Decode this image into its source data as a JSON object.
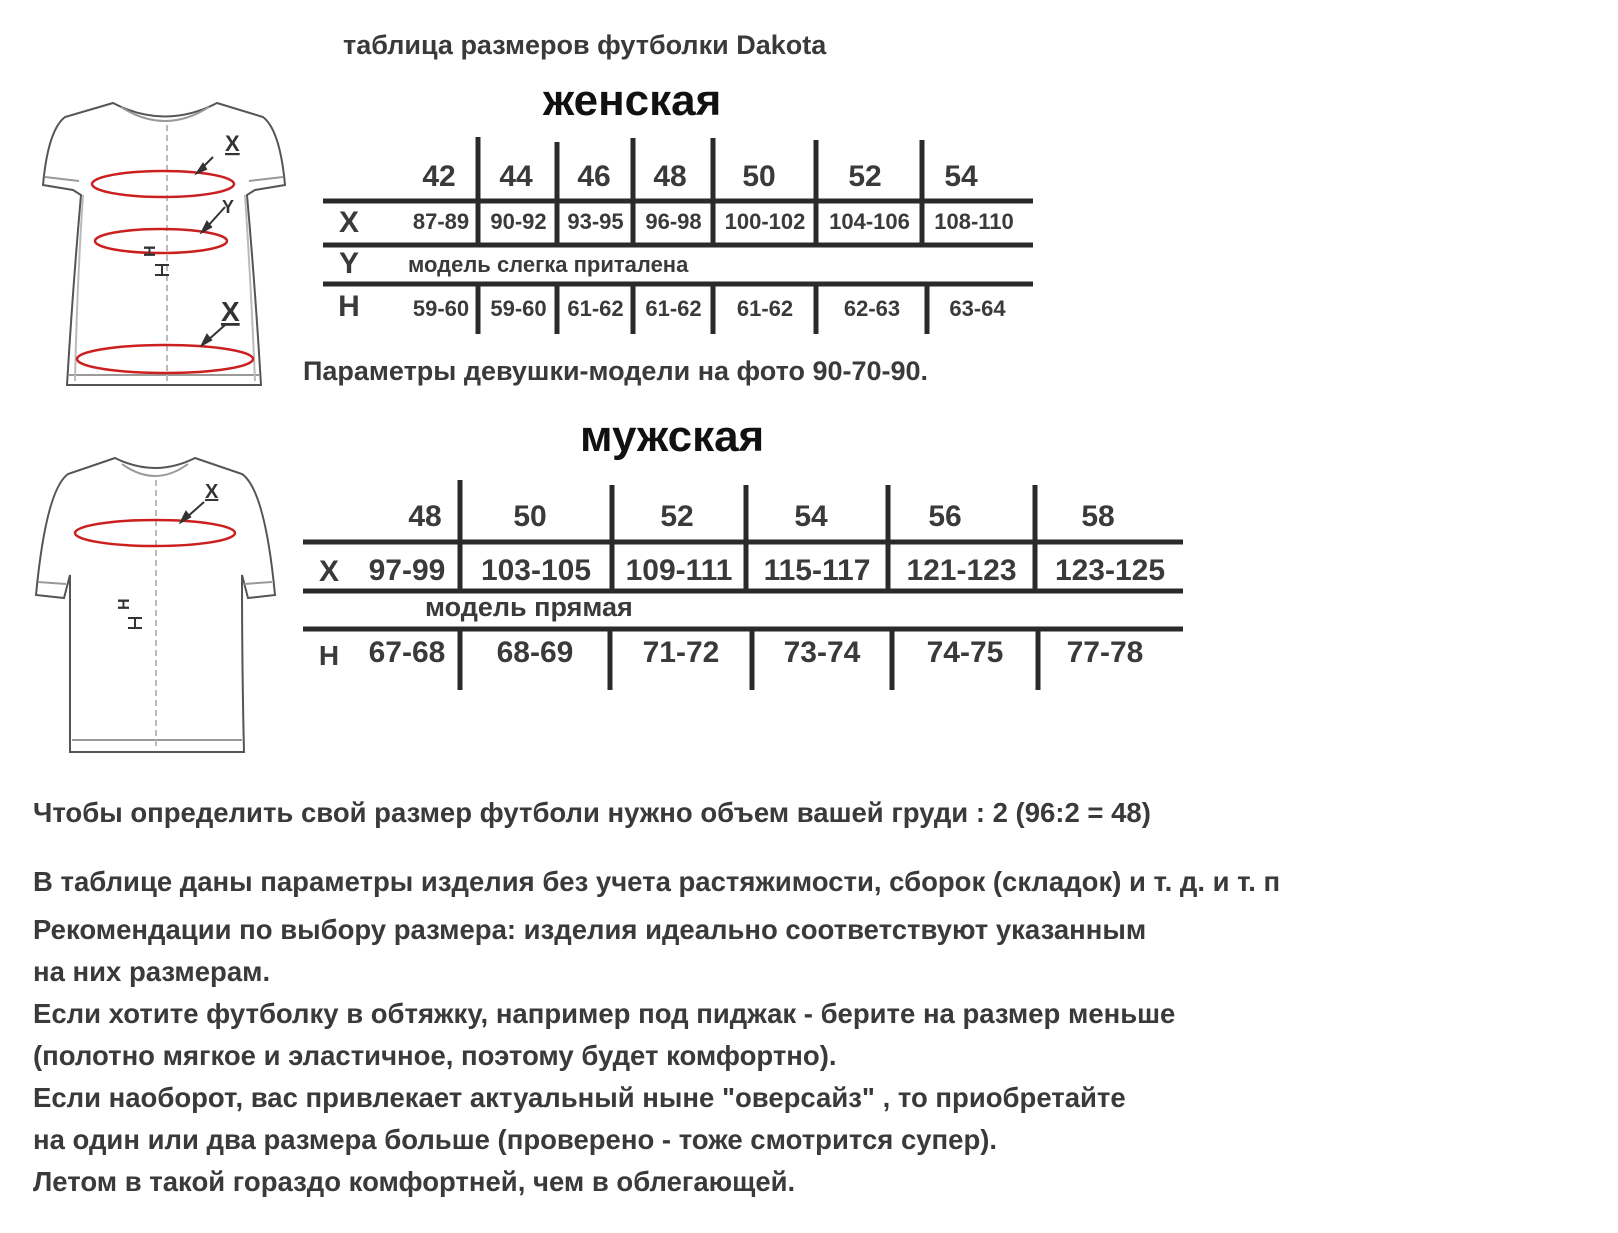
{
  "title": "таблица размеров футболки Dakota",
  "women": {
    "title": "женская",
    "row_labels": {
      "x": "X",
      "y": "Y",
      "h": "H"
    },
    "sizes": [
      "42",
      "44",
      "46",
      "48",
      "50",
      "52",
      "54"
    ],
    "x_values": [
      "87-89",
      "90-92",
      "93-95",
      "96-98",
      "100-102",
      "104-106",
      "108-110"
    ],
    "y_note": "модель слегка приталена",
    "h_values": [
      "59-60",
      "59-60",
      "61-62",
      "61-62",
      "61-62",
      "62-63",
      "63-64"
    ],
    "model_params": "Параметры девушки-модели на фото  90-70-90.",
    "figure_labels": {
      "x_top": "X",
      "y": "Y",
      "x_bottom": "X",
      "h": "H"
    }
  },
  "men": {
    "title": "мужская",
    "row_labels": {
      "x": "X",
      "h": "H"
    },
    "sizes": [
      "48",
      "50",
      "52",
      "54",
      "56",
      "58"
    ],
    "x_values": [
      "97-99",
      "103-105",
      "109-111",
      "115-117",
      "121-123",
      "123-125"
    ],
    "fit_note": "модель прямая",
    "h_values": [
      "67-68",
      "68-69",
      "71-72",
      "73-74",
      "74-75",
      "77-78"
    ],
    "figure_labels": {
      "x": "X",
      "h": "H"
    }
  },
  "notes": [
    "Чтобы определить свой размер футболи нужно объем вашей груди : 2 (96:2 = 48)",
    "В таблице даны параметры изделия без учета растяжимости, сборок (складок) и т. д. и т. п",
    "Рекомендации по выбору размера: изделия идеально соответствуют указанным",
    "на них размерам.",
    "Если хотите футболку в обтяжку, например под пиджак - берите на размер меньше",
    "(полотно мягкое и эластичное, поэтому будет комфортно).",
    "Если наоборот, вас привлекает актуальный  ныне \"оверсайз\" , то приобретайте",
    "на один или два размера больше (проверено - тоже смотрится супер).",
    "Летом в такой гораздо комфортней, чем в облегающей."
  ],
  "colors": {
    "text": "#3a3a3a",
    "lines": "#2a2a2a",
    "measure_ring": "#cc1f1f"
  }
}
